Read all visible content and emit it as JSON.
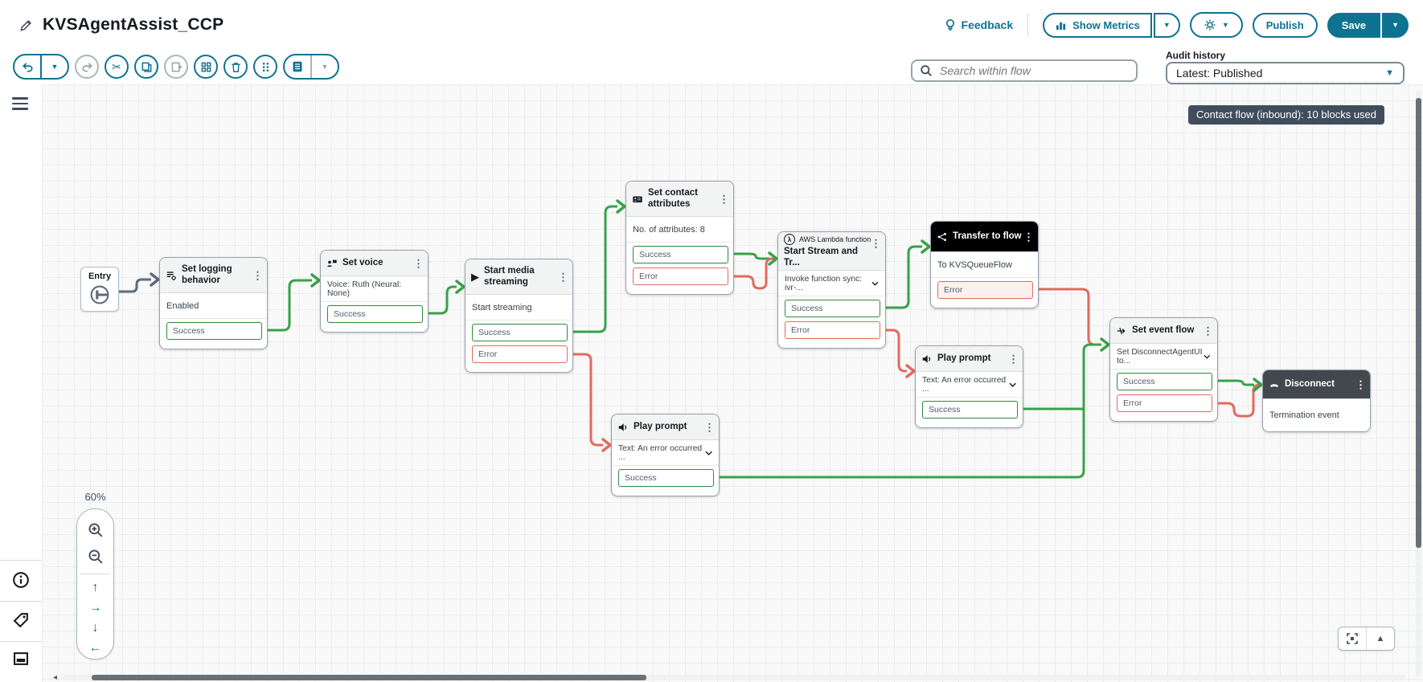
{
  "icons": {
    "kebab": "⋮",
    "caret_down": "▼",
    "play": "▶",
    "lambda": "λ",
    "scissors": "✂",
    "arrow_up": "↑",
    "arrow_right": "→",
    "arrow_down": "↓",
    "arrow_left": "←",
    "scroll_left": "◂",
    "collapse_up": "▲"
  },
  "header": {
    "title": "KVSAgentAssist_CCP",
    "feedback_label": "Feedback",
    "show_metrics_label": "Show Metrics",
    "publish_label": "Publish",
    "save_label": "Save"
  },
  "toolbar": {
    "search_placeholder": "Search within flow",
    "audit_history_label": "Audit history",
    "audit_history_value": "Latest: Published"
  },
  "canvas": {
    "badge": "Contact flow (inbound): 10 blocks used",
    "zoom_level": "60%",
    "blocks": [
      {
        "label": "Entry"
      },
      {
        "title": "Set logging behavior",
        "body": "Enabled",
        "ports": [
          {
            "label": "Success"
          }
        ]
      },
      {
        "title": "Set voice",
        "body": "Voice: Ruth (Neural: None)",
        "ports": [
          {
            "label": "Success"
          }
        ]
      },
      {
        "title": "Start media streaming",
        "body": "Start streaming",
        "ports": [
          {
            "label": "Success"
          },
          {
            "label": "Error"
          }
        ]
      },
      {
        "title": "Set contact attributes",
        "body": "No. of attributes: 8",
        "ports": [
          {
            "label": "Success"
          },
          {
            "label": "Error"
          }
        ]
      },
      {
        "kicker": "AWS Lambda function",
        "title": "Start Stream and Tr...",
        "body": "Invoke function sync: ivr-...",
        "ports": [
          {
            "label": "Success"
          },
          {
            "label": "Error"
          }
        ]
      },
      {
        "title": "Transfer to flow",
        "body": "To KVSQueueFlow",
        "ports": [
          {
            "label": "Error"
          }
        ]
      },
      {
        "title": "Play prompt",
        "body": "Text: An error occurred ...",
        "ports": [
          {
            "label": "Success"
          }
        ]
      },
      {
        "title": "Set event flow",
        "body": "Set DisconnectAgentUI to...",
        "ports": [
          {
            "label": "Success"
          },
          {
            "label": "Error"
          }
        ]
      },
      {
        "title": "Disconnect",
        "body": "Termination event",
        "ports": []
      },
      {
        "title": "Play prompt",
        "body": "Text: An error occurred ...",
        "ports": [
          {
            "label": "Success"
          }
        ]
      }
    ]
  }
}
